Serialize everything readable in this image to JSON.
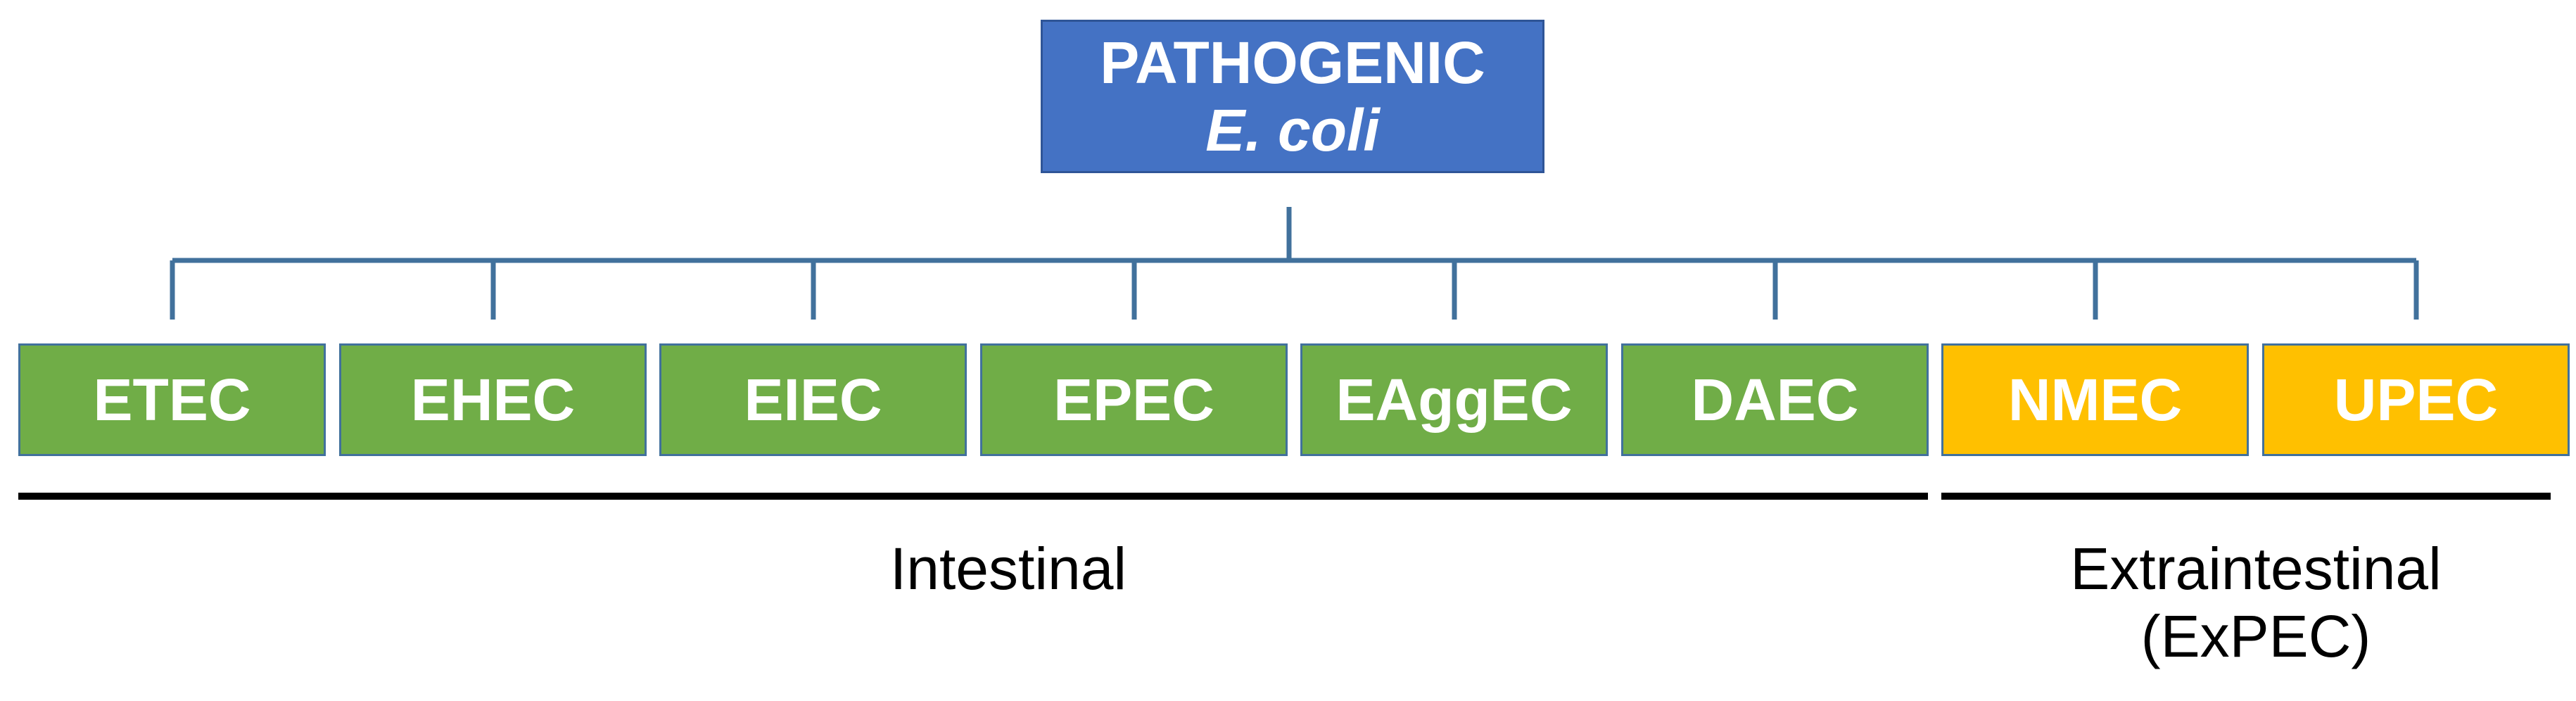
{
  "root": {
    "line1": "PATHOGENIC",
    "line2": "E. coli",
    "color": "#4472C4"
  },
  "nodes": [
    {
      "label": "ETEC",
      "color": "#70AD47"
    },
    {
      "label": "EHEC",
      "color": "#70AD47"
    },
    {
      "label": "EIEC",
      "color": "#70AD47"
    },
    {
      "label": "EPEC",
      "color": "#70AD47"
    },
    {
      "label": "EAggEC",
      "color": "#70AD47"
    },
    {
      "label": "DAEC",
      "color": "#70AD47"
    },
    {
      "label": "NMEC",
      "color": "#FFC000"
    },
    {
      "label": "UPEC",
      "color": "#FFC000"
    }
  ],
  "groups": {
    "intestinal": {
      "label": "Intestinal"
    },
    "extraintestinal": {
      "line1": "Extraintestinal",
      "line2": "(ExPEC)"
    }
  },
  "connector_color": "#41719C"
}
